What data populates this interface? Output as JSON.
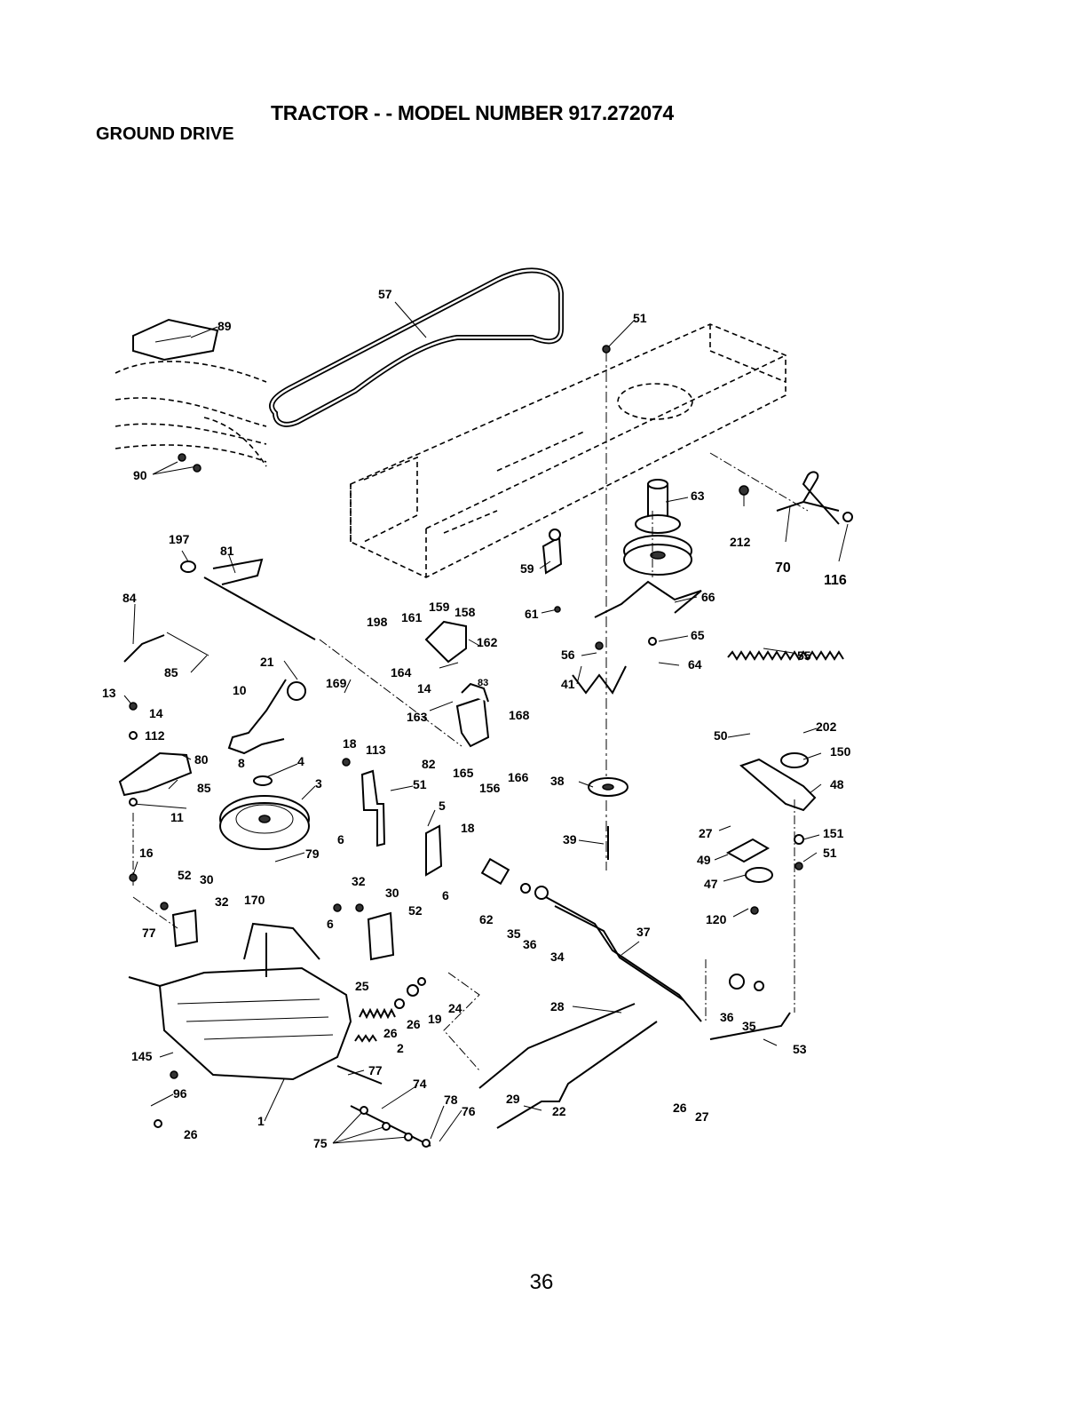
{
  "header": {
    "title": "TRACTOR - - MODEL NUMBER 917.272074",
    "subtitle": "GROUND DRIVE"
  },
  "page_number": "36",
  "callouts": {
    "c57": "57",
    "c89": "89",
    "c90": "90",
    "c51a": "51",
    "c63": "63",
    "c212": "212",
    "c70": "70",
    "c116": "116",
    "c59": "59",
    "c61": "61",
    "c66": "66",
    "c56": "56",
    "c65": "65",
    "c64": "64",
    "c55": "55",
    "c41": "41",
    "c197": "197",
    "c81": "81",
    "c84": "84",
    "c85a": "85",
    "c198": "198",
    "c161": "161",
    "c159": "159",
    "c158": "158",
    "c162": "162",
    "c164": "164",
    "c14a": "14",
    "c83": "83",
    "c163": "163",
    "c168": "168",
    "c169": "169",
    "c21": "21",
    "c10": "10",
    "c13": "13",
    "c14b": "14",
    "c112": "112",
    "c80": "80",
    "c85b": "85",
    "c11": "11",
    "c8": "8",
    "c4": "4",
    "c3": "3",
    "c79": "79",
    "c18a": "18",
    "c113": "113",
    "c82": "82",
    "c165": "165",
    "c156": "156",
    "c166": "166",
    "c51b": "51",
    "c5": "5",
    "c18b": "18",
    "c6a": "6",
    "c6b": "6",
    "c38": "38",
    "c39": "39",
    "c50": "50",
    "c202": "202",
    "c150": "150",
    "c48": "48",
    "c27a": "27",
    "c151": "151",
    "c51c": "51",
    "c49": "49",
    "c47": "47",
    "c120": "120",
    "c16": "16",
    "c52a": "52",
    "c30a": "30",
    "c32a": "32",
    "c170": "170",
    "c32b": "32",
    "c30b": "30",
    "c52b": "52",
    "c6c": "6",
    "c62": "62",
    "c35a": "35",
    "c36a": "36",
    "c34": "34",
    "c37": "37",
    "c77a": "77",
    "c25": "25",
    "c24": "24",
    "c26a": "26",
    "c19": "19",
    "c26b": "26",
    "c2": "2",
    "c28": "28",
    "c36b": "36",
    "c35b": "35",
    "c53": "53",
    "c145": "145",
    "c77b": "77",
    "c74": "74",
    "c29": "29",
    "c96": "96",
    "c78": "78",
    "c76": "76",
    "c22": "22",
    "c26c": "26",
    "c27b": "27",
    "c1": "1",
    "c75": "75",
    "c26d": "26"
  }
}
